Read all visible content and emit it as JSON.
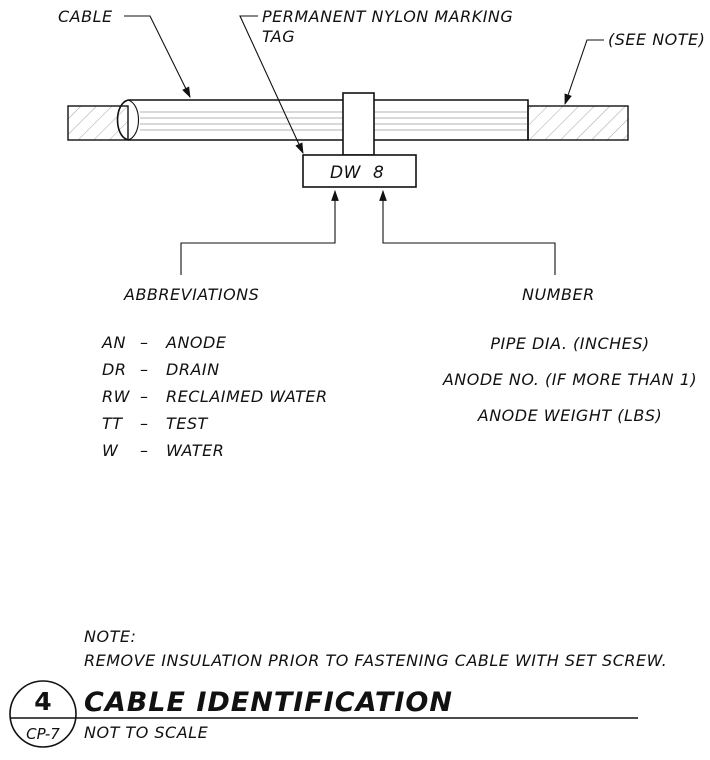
{
  "labels": {
    "cable": "CABLE",
    "tag_line1": "PERMANENT NYLON MARKING",
    "tag_line2": "TAG",
    "see_note": "(SEE NOTE)",
    "tag_code": "DW",
    "tag_number": "8",
    "abbreviations_header": "ABBREVIATIONS",
    "number_header": "NUMBER"
  },
  "abbreviations": [
    {
      "code": "AN",
      "dash": "–",
      "meaning": "ANODE"
    },
    {
      "code": "DR",
      "dash": "–",
      "meaning": "DRAIN"
    },
    {
      "code": "RW",
      "dash": "–",
      "meaning": "RECLAIMED WATER"
    },
    {
      "code": "TT",
      "dash": "–",
      "meaning": "TEST"
    },
    {
      "code": "W",
      "dash": "–",
      "meaning": "WATER"
    }
  ],
  "number_items": [
    "PIPE DIA. (INCHES)",
    "ANODE NO. (IF MORE THAN 1)",
    "ANODE WEIGHT (LBS)"
  ],
  "note": {
    "heading": "NOTE:",
    "text": "REMOVE INSULATION PRIOR TO FASTENING CABLE WITH SET SCREW."
  },
  "title_block": {
    "detail_number": "4",
    "sheet_ref": "CP-7",
    "title": "CABLE IDENTIFICATION",
    "scale": "NOT TO SCALE"
  }
}
